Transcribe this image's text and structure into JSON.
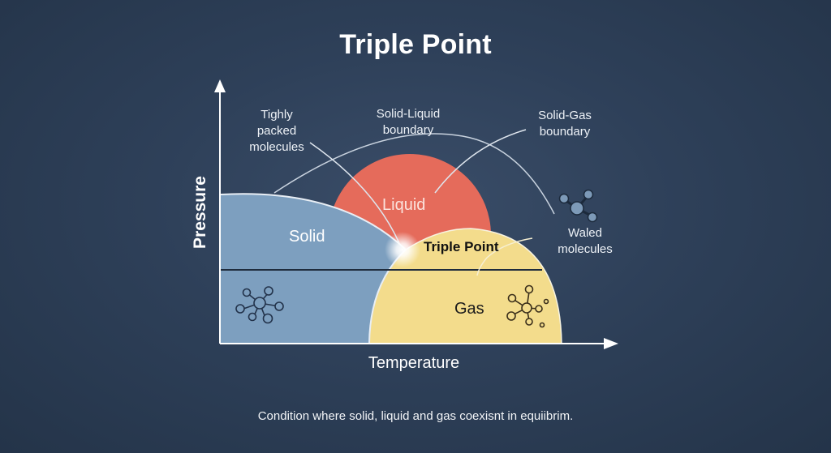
{
  "title": "Triple Point",
  "footer": "Condition where solid, liquid and gas coexisnt in equiibrim.",
  "axes": {
    "x_label": "Temperature",
    "y_label": "Pressure"
  },
  "regions": {
    "solid": {
      "label": "Solid",
      "color": "#7d9fbf"
    },
    "liquid": {
      "label": "Liquid",
      "color": "#e56b5b"
    },
    "gas": {
      "label": "Gas",
      "color": "#f3dc8c"
    },
    "triple_point": {
      "label": "Triple Point"
    }
  },
  "annotations": {
    "tightly_packed": [
      "Tighly",
      "packed",
      "molecules"
    ],
    "solid_liquid": [
      "Solid-Liquid",
      "boundary"
    ],
    "solid_gas": [
      "Solid-Gas",
      "boundary"
    ],
    "waled": [
      "Waled",
      "molecules"
    ]
  },
  "colors": {
    "background": "#2e4059",
    "axis": "#ffffff",
    "leader_line": "#c9d3df"
  }
}
